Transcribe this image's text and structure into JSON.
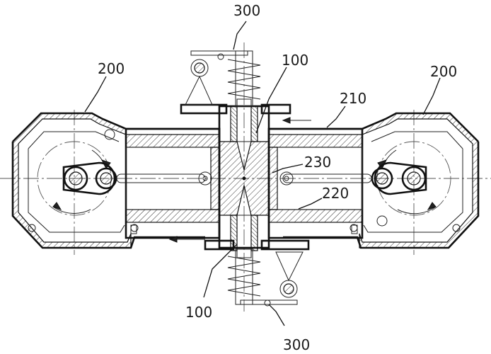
{
  "labels": {
    "top_300": "300",
    "bottom_300": "300",
    "left_200": "200",
    "right_200": "200",
    "top_100": "100",
    "bottom_100": "100",
    "label_210": "210",
    "label_230": "230",
    "label_220": "220"
  }
}
